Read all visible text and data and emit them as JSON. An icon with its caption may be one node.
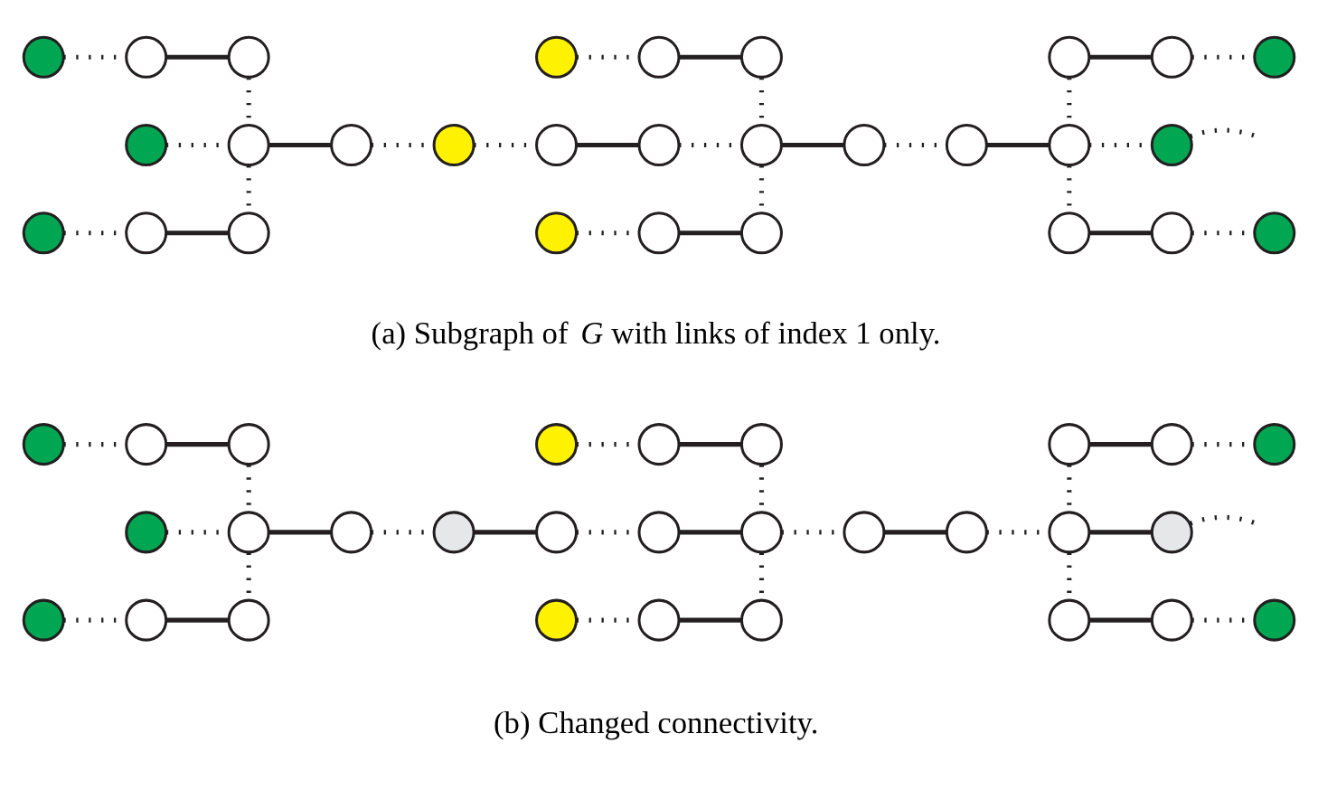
{
  "diagram": {
    "nodes": [
      {
        "text": [],
        "shape": "circle"
      },
      {
        "text": [],
        "shape": "circle"
      },
      {
        "text": [],
        "shape": "circle"
      },
      {
        "text": [],
        "shape": "circle"
      },
      {
        "text": [],
        "shape": "circle"
      },
      {
        "text": [],
        "shape": "circle"
      },
      {
        "text": [],
        "shape": "circle"
      },
      {
        "text": [],
        "shape": "circle"
      },
      {
        "text": [],
        "shape": "circle"
      },
      {
        "text": [],
        "shape": "circle"
      },
      {
        "text": [],
        "shape": "circle"
      },
      {
        "text": [],
        "shape": "circle"
      },
      {
        "text": [],
        "shape": "circle"
      },
      {
        "text": [],
        "shape": "circle"
      },
      {
        "text": [],
        "shape": "circle"
      },
      {
        "text": [],
        "shape": "circle"
      },
      {
        "text": [],
        "shape": "circle"
      },
      {
        "text": [],
        "shape": "circle"
      },
      {
        "text": [],
        "shape": "circle"
      },
      {
        "text": [],
        "shape": "circle"
      },
      {
        "text": [],
        "shape": "circle"
      },
      {
        "text": [],
        "shape": "circle"
      },
      {
        "text": [],
        "shape": "circle"
      },
      {
        "text": [],
        "shape": "circle"
      },
      {
        "text": [],
        "shape": "circle"
      },
      {
        "text": [],
        "shape": "circle"
      },
      {
        "text": [],
        "shape": "circle"
      },
      {
        "text": [],
        "shape": "circle"
      },
      {
        "text": [],
        "shape": "circle"
      },
      {
        "text": [],
        "shape": "circle"
      },
      {
        "text": [],
        "shape": "circle"
      },
      {
        "text": [],
        "shape": "circle"
      },
      {
        "text": [],
        "shape": "circle"
      },
      {
        "text": [],
        "shape": "circle"
      },
      {
        "text": [],
        "shape": "circle"
      },
      {
        "text": [],
        "shape": "circle"
      },
      {
        "text": [],
        "shape": "circle"
      },
      {
        "text": [],
        "shape": "circle"
      },
      {
        "text": [],
        "shape": "circle"
      },
      {
        "text": [],
        "shape": "circle"
      },
      {
        "text": [],
        "shape": "circle"
      },
      {
        "text": [],
        "shape": "circle"
      },
      {
        "text": [],
        "shape": "circle"
      },
      {
        "text": [],
        "shape": "circle"
      },
      {
        "text": [],
        "shape": "circle"
      },
      {
        "text": [],
        "shape": "circle"
      },
      {
        "text": [],
        "shape": "circle"
      },
      {
        "text": [],
        "shape": "circle"
      },
      {
        "text": [],
        "shape": "circle"
      },
      {
        "text": [],
        "shape": "circle"
      },
      {
        "text": [],
        "shape": "circle"
      },
      {
        "text": [],
        "shape": "circle"
      },
      {
        "text": [],
        "shape": "circle"
      },
      {
        "text": [],
        "shape": "circle"
      },
      {
        "text": [],
        "shape": "circle"
      },
      {
        "text": [],
        "shape": "circle"
      },
      {
        "text": [],
        "shape": "circle"
      },
      {
        "text": [],
        "shape": "circle"
      }
    ],
    "edges": [
      {
        "from": 0,
        "to": 1,
        "arrow": "none",
        "style": "dashed"
      },
      {
        "from": 1,
        "to": 2,
        "arrow": "none"
      },
      {
        "from": 2,
        "to": 10,
        "arrow": "none",
        "style": "dashed"
      },
      {
        "from": 9,
        "to": 10,
        "arrow": "none",
        "style": "dashed"
      },
      {
        "from": 10,
        "to": 22,
        "arrow": "none",
        "style": "dashed"
      },
      {
        "from": 21,
        "to": 22,
        "arrow": "none"
      },
      {
        "from": 20,
        "to": 21,
        "arrow": "none",
        "style": "dashed"
      },
      {
        "from": 10,
        "to": 11,
        "arrow": "none"
      },
      {
        "from": 11,
        "to": 12,
        "arrow": "none",
        "style": "dashed"
      },
      {
        "from": 12,
        "to": 13,
        "arrow": "none",
        "style": "dashed"
      },
      {
        "from": 13,
        "to": 14,
        "arrow": "none"
      },
      {
        "from": 14,
        "to": 15,
        "arrow": "none",
        "style": "dashed"
      },
      {
        "from": 15,
        "to": 16,
        "arrow": "none"
      },
      {
        "from": 16,
        "to": 17,
        "arrow": "none",
        "style": "dashed"
      },
      {
        "from": 17,
        "to": 18,
        "arrow": "none"
      },
      {
        "from": 18,
        "to": 19,
        "arrow": "none",
        "style": "dashed"
      },
      {
        "from": 19,
        "to": null,
        "arrow": "none",
        "style": "dashed"
      },
      {
        "from": 3,
        "to": 4,
        "arrow": "none",
        "style": "dashed"
      },
      {
        "from": 4,
        "to": 5,
        "arrow": "none"
      },
      {
        "from": 5,
        "to": 15,
        "arrow": "none",
        "style": "dashed"
      },
      {
        "from": 15,
        "to": 25,
        "arrow": "none",
        "style": "dashed"
      },
      {
        "from": 24,
        "to": 25,
        "arrow": "none"
      },
      {
        "from": 23,
        "to": 24,
        "arrow": "none",
        "style": "dashed"
      },
      {
        "from": 18,
        "to": 6,
        "arrow": "none",
        "style": "dashed"
      },
      {
        "from": 6,
        "to": 7,
        "arrow": "none"
      },
      {
        "from": 7,
        "to": 8,
        "arrow": "none",
        "style": "dashed"
      },
      {
        "from": 18,
        "to": 26,
        "arrow": "none",
        "style": "dashed"
      },
      {
        "from": 26,
        "to": 27,
        "arrow": "none"
      },
      {
        "from": 27,
        "to": 28,
        "arrow": "none",
        "style": "dashed"
      },
      {
        "from": 29,
        "to": 30,
        "arrow": "none",
        "style": "dashed"
      },
      {
        "from": 30,
        "to": 31,
        "arrow": "none"
      },
      {
        "from": 31,
        "to": 39,
        "arrow": "none",
        "style": "dashed"
      },
      {
        "from": 38,
        "to": 39,
        "arrow": "none",
        "style": "dashed"
      },
      {
        "from": 39,
        "to": 51,
        "arrow": "none",
        "style": "dashed"
      },
      {
        "from": 50,
        "to": 51,
        "arrow": "none"
      },
      {
        "from": 49,
        "to": 50,
        "arrow": "none",
        "style": "dashed"
      },
      {
        "from": 39,
        "to": 40,
        "arrow": "none"
      },
      {
        "from": 40,
        "to": 41,
        "arrow": "none",
        "style": "dashed"
      },
      {
        "from": 41,
        "to": 42,
        "arrow": "none"
      },
      {
        "from": 42,
        "to": 43,
        "arrow": "none",
        "style": "dashed"
      },
      {
        "from": 43,
        "to": 44,
        "arrow": "none"
      },
      {
        "from": 32,
        "to": 33,
        "arrow": "none",
        "style": "dashed"
      },
      {
        "from": 33,
        "to": 34,
        "arrow": "none"
      },
      {
        "from": 34,
        "to": 44,
        "arrow": "none",
        "style": "dashed"
      },
      {
        "from": 44,
        "to": 54,
        "arrow": "none",
        "style": "dashed"
      },
      {
        "from": 53,
        "to": 54,
        "arrow": "none"
      },
      {
        "from": 52,
        "to": 53,
        "arrow": "none",
        "style": "dashed"
      },
      {
        "from": 44,
        "to": 45,
        "arrow": "none",
        "style": "dashed"
      },
      {
        "from": 45,
        "to": 46,
        "arrow": "none"
      },
      {
        "from": 46,
        "to": 47,
        "arrow": "none",
        "style": "dashed"
      },
      {
        "from": 47,
        "to": 48,
        "arrow": "none"
      },
      {
        "from": 48,
        "to": null,
        "arrow": "none",
        "style": "dashed"
      },
      {
        "from": 47,
        "to": 35,
        "arrow": "none",
        "style": "dashed"
      },
      {
        "from": 35,
        "to": 36,
        "arrow": "none"
      },
      {
        "from": 36,
        "to": 37,
        "arrow": "none",
        "style": "dashed"
      },
      {
        "from": 47,
        "to": 55,
        "arrow": "none",
        "style": "dashed"
      },
      {
        "from": 55,
        "to": 56,
        "arrow": "none"
      },
      {
        "from": 56,
        "to": 57,
        "arrow": "none",
        "style": "dashed"
      }
    ],
    "labels": [
      "(a) Subgraph of *G* with links of index 1 only.",
      "(b) Changed connectivity."
    ]
  }
}
